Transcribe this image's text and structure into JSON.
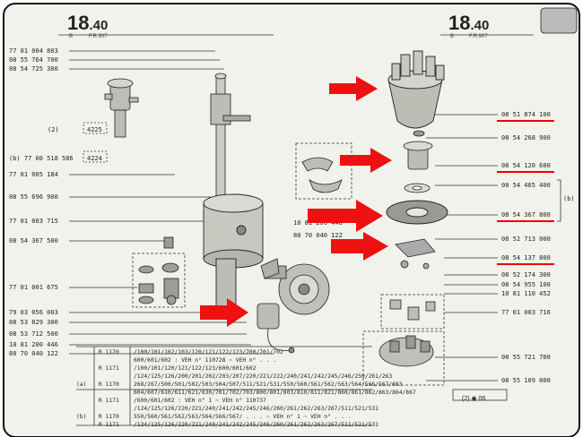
{
  "header": {
    "page_left": "18",
    "page_left_dec": ".40",
    "sub_left": "B",
    "ref_left": "F.R.907",
    "page_right": "18",
    "page_right_dec": ".40",
    "sub_right": "B",
    "ref_right": "F.R.907"
  },
  "left_parts": [
    "77 01 004 803",
    "08 55 764 700",
    "08 54 725 300",
    "77 01 005 184",
    "08 55 696 900",
    "77 01 003 715",
    "08 54 367 500",
    "77 01 001 675",
    "79 03 056 003",
    "08 53 829 300",
    "08 53 712 500",
    "10 81 200 446",
    "80 70 040 122"
  ],
  "left_labels": {
    "group_a": "(2)",
    "box_a": "4225",
    "group_b": "(b) 77 00 518 586",
    "box_b": "4224"
  },
  "center_parts": [
    "10 81 200 446",
    "80 70 040 122"
  ],
  "right_parts": [
    "08 51 874 100",
    "08 54 268 900",
    "08 54 120 600",
    "08 54 465 400",
    "08 54 367 800",
    "08 52 713 000",
    "08 54 137 800",
    "08 52 174 300",
    "08 54 955 100",
    "10 81 110 452",
    "77 01 003 716",
    "08 55 721 700",
    "08 55 109 000"
  ],
  "right_bracket": "(b)",
  "table": {
    "rows": [
      {
        "grp": "",
        "label": "R 1170",
        "code": "/100/101/102/103/120/121/122/123/700/701/702"
      },
      {
        "grp": "",
        "label": "",
        "code": "600/601/602 : VEH n° 110728 ⇨ VEH n° . . ."
      },
      {
        "grp": "",
        "label": "R 1171",
        "code": "/100/101/120/121/122/123/600/601/602"
      },
      {
        "grp": "",
        "label": "",
        "code": "/124/125/126/200/201/202/203/207/220/221/222/240/241/242/245/246/250/261/263"
      },
      {
        "grp": "(a)",
        "label": "R 1170",
        "code": "268/267/500/501/502/503/504/507/511/521/531/550/560/561/562/563/564/566/567/603"
      },
      {
        "grp": "",
        "label": "",
        "code": "604/607/610/611/621/630/701/702/703/800/801/803/810/811/821/860/861/862/863/864/867"
      },
      {
        "grp": "",
        "label": "R 1171",
        "code": "/600/601/602 : VEH n° 1 ⇨ VEH n° 110737"
      },
      {
        "grp": "",
        "label": "",
        "code": "/124/125/126/220/221/240/241/242/245/246/260/261/262/263/267/511/521/531"
      },
      {
        "grp": "(b)",
        "label": "R 1170",
        "code": "550/560/561/562/563/564/566/567/ . . . ⇨ VEH n° 1 ⇨ VEH n° . . ."
      },
      {
        "grp": "",
        "label": "R 1171",
        "code": "/124/125/126/220/221/240/241/242/245/246/260/261/262/263/267/511/521/531"
      }
    ]
  },
  "footer_note": "(2)  ◉  06",
  "colors": {
    "arrow": "#ee1111",
    "underline": "#ee0000",
    "ink": "#222222",
    "paper": "#f2f2ec"
  }
}
